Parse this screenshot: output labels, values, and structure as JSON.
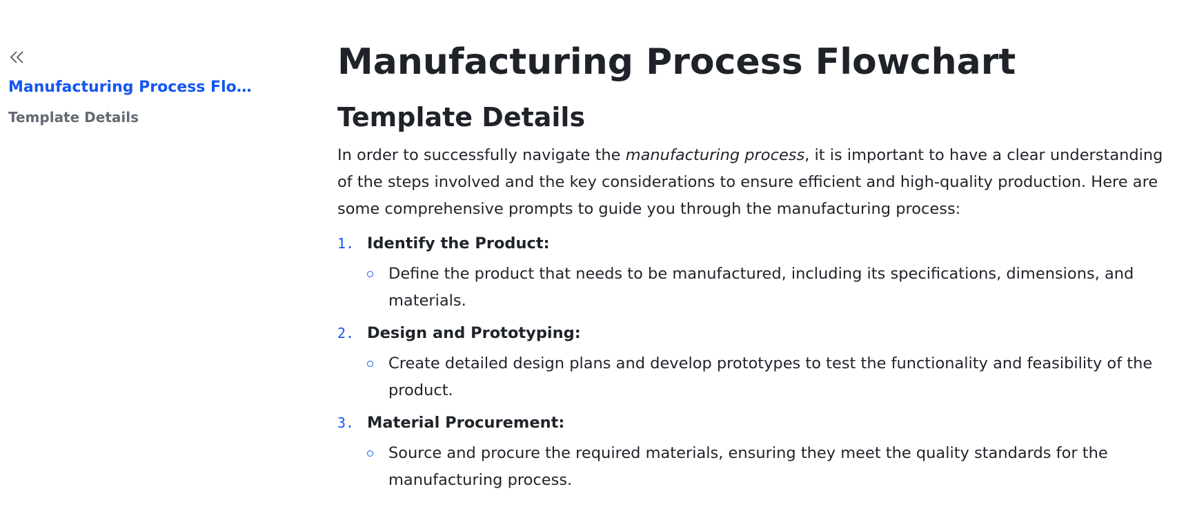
{
  "sidebar": {
    "collapse_icon": "double-chevron-left-icon",
    "active_item": "Manufacturing Process Flowchart",
    "sub_item": "Template Details"
  },
  "doc": {
    "title": "Manufacturing Process Flowchart",
    "section_heading": "Template Details",
    "intro_before": "In order to successfully navigate the ",
    "intro_emphasis": "manufacturing process",
    "intro_after": ", it is important to have a clear understanding of the steps involved and the key considerations to ensure efficient and high-quality production. Here are some comprehensive prompts to guide you through the manufacturing process:",
    "steps": [
      {
        "number": "1.",
        "title": "Identify the Product:",
        "description": "Define the product that needs to be manufactured, including its specifications, dimensions, and materials."
      },
      {
        "number": "2.",
        "title": "Design and Prototyping:",
        "description": "Create detailed design plans and develop prototypes to test the functionality and feasibility of the product."
      },
      {
        "number": "3.",
        "title": "Material Procurement:",
        "description": "Source and procure the required materials, ensuring they meet the quality standards for the manufacturing process."
      }
    ]
  },
  "colors": {
    "accent": "#1456f0",
    "text": "#1f2329",
    "muted": "#646a73"
  }
}
